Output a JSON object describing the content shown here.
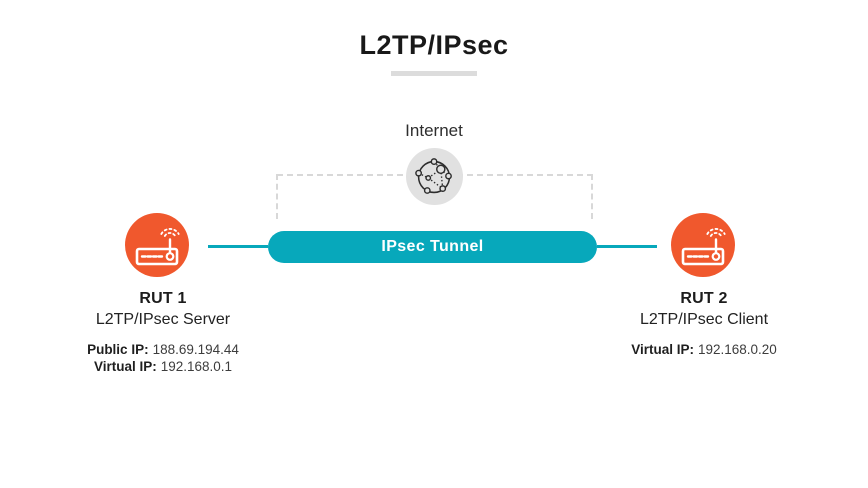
{
  "title": "L2TP/IPsec",
  "internet_label": "Internet",
  "tunnel_label": "IPsec Tunnel",
  "colors": {
    "teal": "#07a8bb",
    "orange": "#f0582d",
    "internet_circle_gray": "#e1e1e1",
    "dashed_line_gray": "#d8d8d8",
    "divider_gray": "#dcdcdc"
  },
  "devices": [
    {
      "name": "RUT 1",
      "role": "L2TP/IPsec Server",
      "ips": [
        {
          "label": "Public IP:",
          "value": "188.69.194.44"
        },
        {
          "label": "Virtual IP:",
          "value": "192.168.0.1"
        }
      ]
    },
    {
      "name": "RUT 2",
      "role": "L2TP/IPsec Client",
      "ips": [
        {
          "label": "Virtual IP:",
          "value": "192.168.0.20"
        }
      ]
    }
  ]
}
